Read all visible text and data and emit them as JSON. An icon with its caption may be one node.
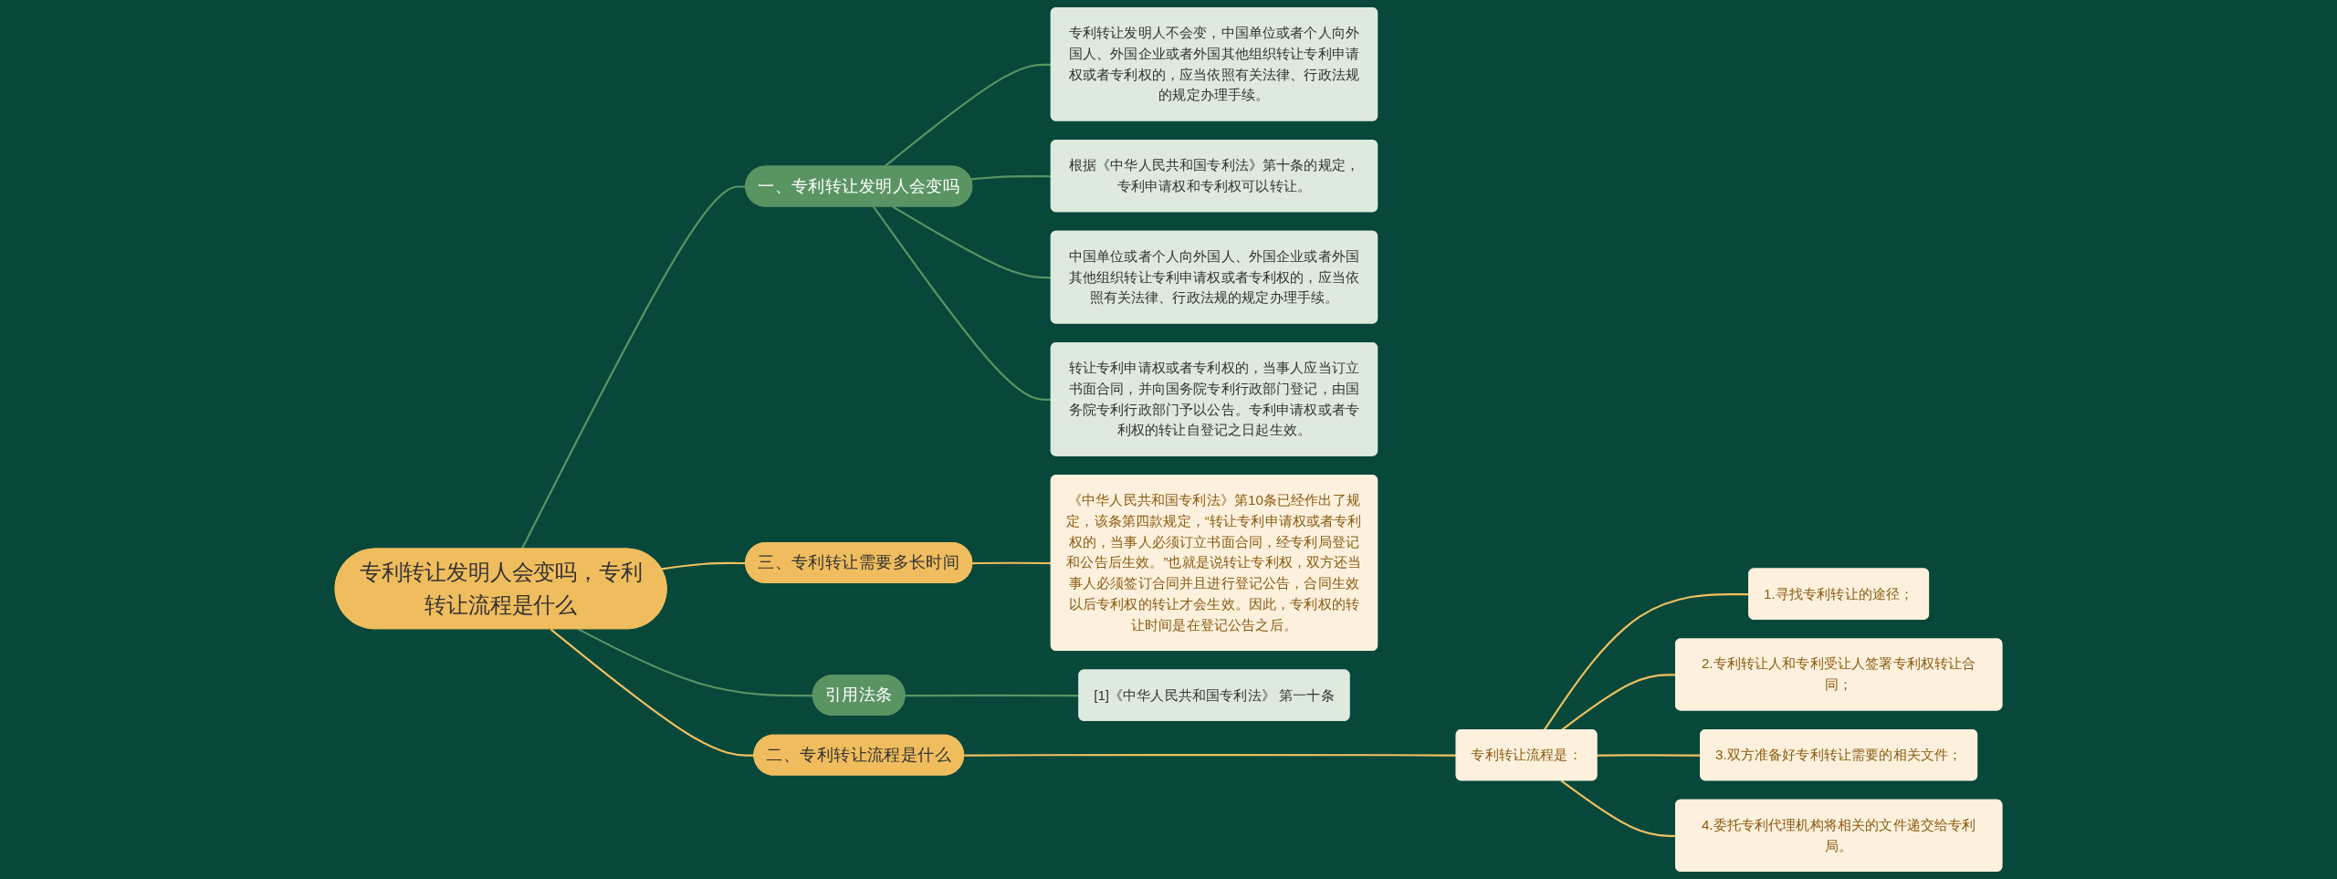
{
  "diagram": {
    "nodes": [
      {
        "text": [
          "专利转让发明人会变吗，专利转让流程是什么"
        ]
      },
      {
        "text": [
          "一、专利转让发明人会变吗"
        ]
      },
      {
        "text": [
          "专利转让发明人不会变，中国单位或者个人向外国人、外国企业或者外国其他组织转让专利申请权或者专利权的，应当依照有关法律、行政法规的规定办理手续。"
        ]
      },
      {
        "text": [
          "根据《中华人民共和国专利法》第十条的规定，专利申请权和专利权可以转让。"
        ]
      },
      {
        "text": [
          "中国单位或者个人向外国人、外国企业或者外国其他组织转让专利申请权或者专利权的，应当依照有关法律、行政法规的规定办理手续。"
        ]
      },
      {
        "text": [
          "转让专利申请权或者专利权的，当事人应当订立书面合同，并向国务院专利行政部门登记，由国务院专利行政部门予以公告。专利申请权或者专利权的转让自登记之日起生效。"
        ]
      },
      {
        "text": [
          "二、专利转让流程是什么"
        ]
      },
      {
        "text": [
          "专利转让流程是："
        ]
      },
      {
        "text": [
          "1.寻找专利转让的途径；"
        ]
      },
      {
        "text": [
          "2.专利转让人和专利受让人签署专利权转让合同；"
        ]
      },
      {
        "text": [
          "3.双方准备好专利转让需要的相关文件；"
        ]
      },
      {
        "text": [
          "4.委托专利代理机构将相关的文件递交给专利局。"
        ]
      },
      {
        "text": [
          "三、专利转让需要多长时间"
        ]
      },
      {
        "text": [
          "《中华人民共和国专利法》第10条已经作出了规定，该条第四款规定，“转让专利申请权或者专利权的，当事人必须订立书面合同，经专利局登记和公告后生效。”也就是说转让专利权，双方还当事人必须签订合同并且进行登记公告，合同生效以后专利权的转让才会生效。因此，专利权的转让时间是在登记公告之后。"
        ]
      },
      {
        "text": [
          "引用法条"
        ]
      },
      {
        "text": [
          "[1]《中华人民共和国专利法》 第一十条"
        ]
      }
    ],
    "edges": [
      {
        "from": 0,
        "to": 1,
        "arrow": "none",
        "color": "#5a9463"
      },
      {
        "from": 1,
        "to": 2,
        "arrow": "none",
        "color": "#5a9463"
      },
      {
        "from": 1,
        "to": 3,
        "arrow": "none",
        "color": "#5a9463"
      },
      {
        "from": 1,
        "to": 4,
        "arrow": "none",
        "color": "#5a9463"
      },
      {
        "from": 1,
        "to": 5,
        "arrow": "none",
        "color": "#5a9463"
      },
      {
        "from": 0,
        "to": 6,
        "arrow": "none"
      },
      {
        "from": 6,
        "to": 7,
        "arrow": "none"
      },
      {
        "from": 7,
        "to": 8,
        "arrow": "none"
      },
      {
        "from": 7,
        "to": 9,
        "arrow": "none"
      },
      {
        "from": 7,
        "to": 10,
        "arrow": "none"
      },
      {
        "from": 7,
        "to": 11,
        "arrow": "none"
      },
      {
        "from": 0,
        "to": 12,
        "arrow": "none"
      },
      {
        "from": 12,
        "to": 13,
        "arrow": "none"
      },
      {
        "from": 0,
        "to": 14,
        "arrow": "none",
        "color": "#5a9463"
      },
      {
        "from": 14,
        "to": 15,
        "arrow": "none",
        "color": "#5a9463"
      }
    ]
  }
}
